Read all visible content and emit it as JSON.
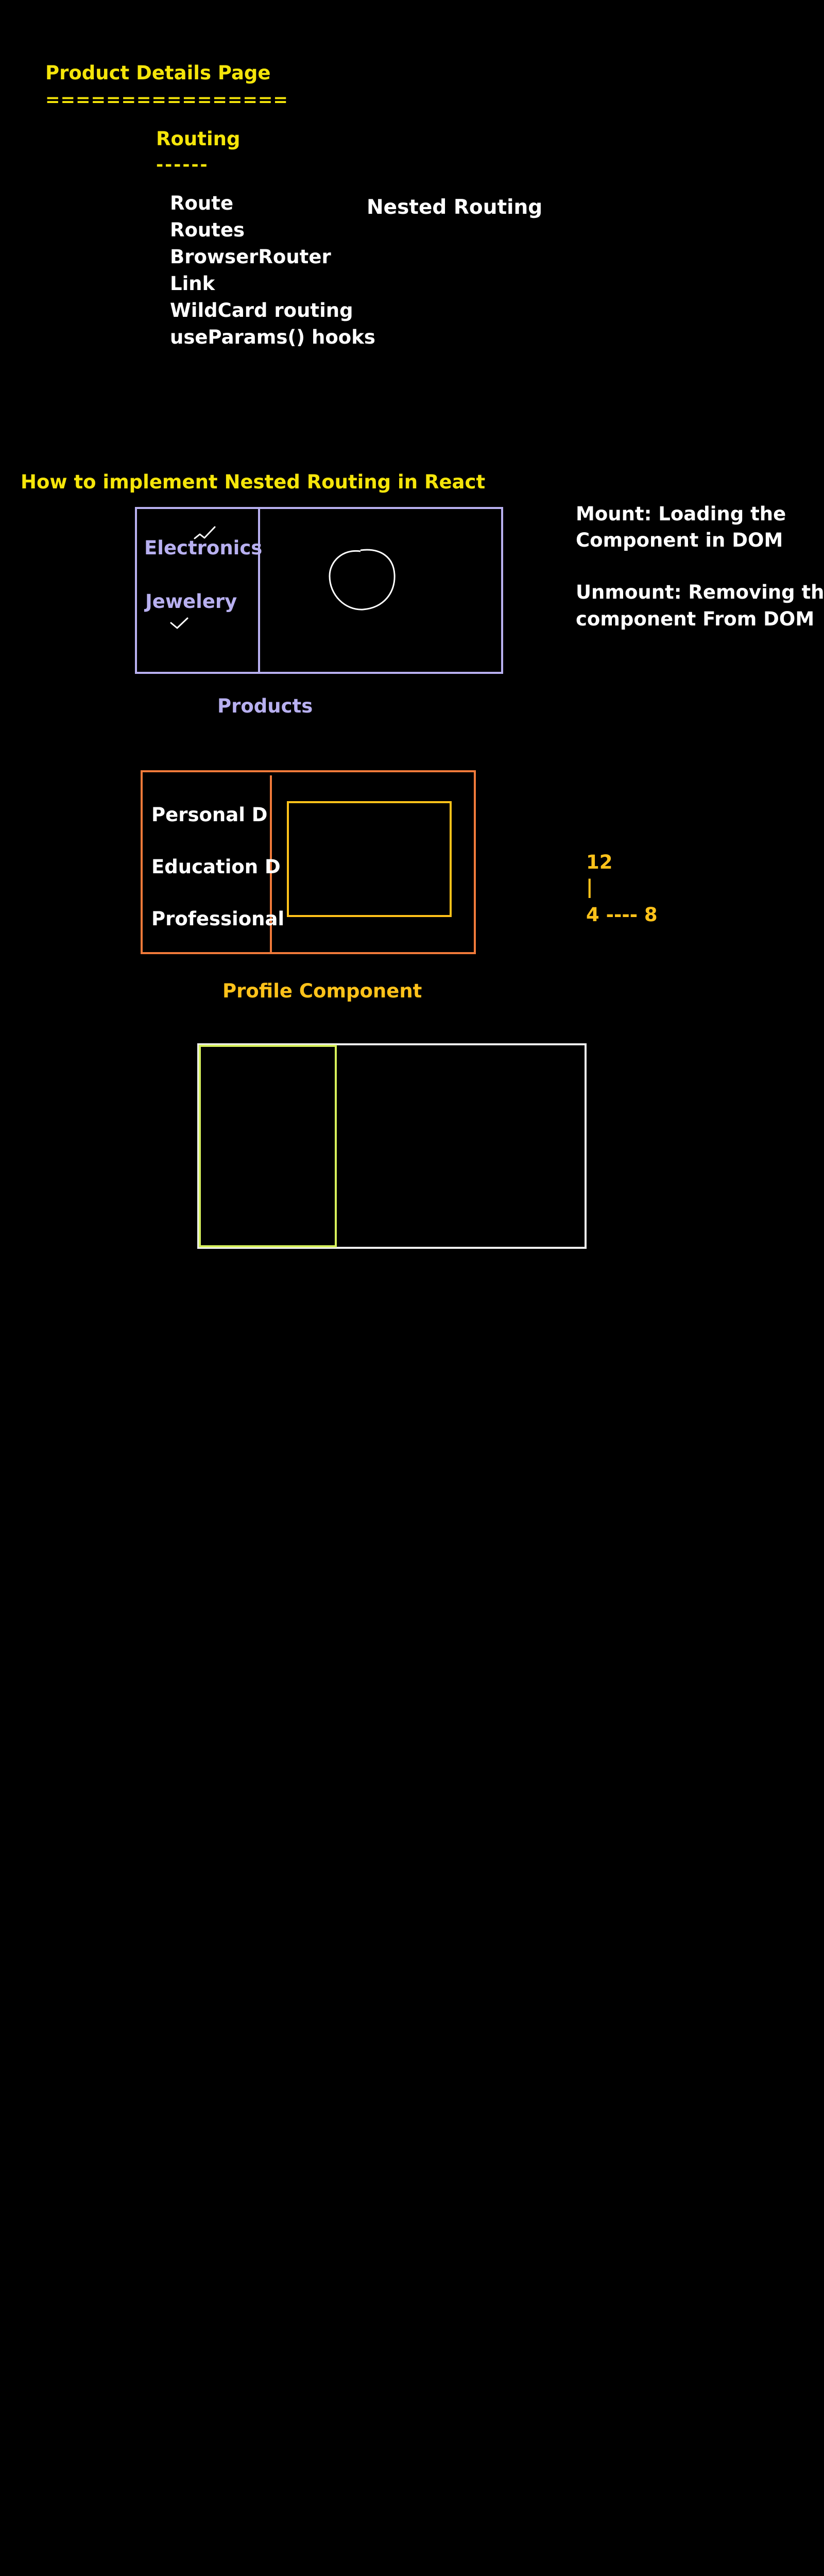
{
  "colors": {
    "background": "#000000",
    "yellow": "#f5e50a",
    "white": "#ffffff",
    "lavender": "#b8b0f0",
    "orange": "#f07a3a",
    "gold": "#ffc21a",
    "lime": "#d6f05a"
  },
  "notes": {
    "title": "Product Details Page",
    "title_underline": "================",
    "routing_heading": "Routing",
    "routing_underline": "------",
    "routing_list": [
      "Route",
      "Routes",
      "BrowserRouter",
      "Link",
      "WildCard routing",
      "useParams() hooks"
    ],
    "nested_routing_label": "Nested Routing",
    "nested_heading": "How to implement Nested Routing in React",
    "mount_line1": "Mount: Loading the",
    "mount_line2": "Component in DOM",
    "unmount_line1": "Unmount: Removing the",
    "unmount_line2": "component From DOM"
  },
  "products_sketch": {
    "menu": [
      "Electronics",
      "Jewelery"
    ],
    "caption": "Products"
  },
  "profile_sketch": {
    "menu": [
      "Personal D",
      "Education D",
      "Professional"
    ],
    "caption": "Profile Component"
  },
  "number_sketch": {
    "top": "12",
    "bar": "|",
    "line": "4 ---- 8"
  }
}
